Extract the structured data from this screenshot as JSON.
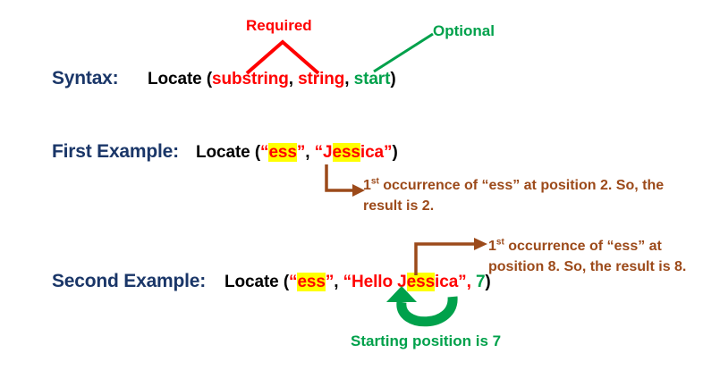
{
  "colors": {
    "navy": "#1A3668",
    "red": "#FF0000",
    "green": "#00A14B",
    "brown": "#9C4A1A",
    "highlight": "#FFFF00",
    "black": "#000000",
    "background": "#FFFFFF"
  },
  "callouts": {
    "required": "Required",
    "optional": "Optional"
  },
  "syntax": {
    "label": "Syntax:",
    "fn_name": "Locate (",
    "arg1": "substring",
    "sep1": ", ",
    "arg2": "string",
    "sep2": ", ",
    "arg3": "start",
    "close": ")"
  },
  "first_example": {
    "label": "First Example:",
    "fn_name": "Locate (",
    "quote_open": "“",
    "quote_close": "”",
    "arg1_hl": "ess",
    "sep": ", ",
    "arg2_pre": "J",
    "arg2_hl": "ess",
    "arg2_post": "ica",
    "close": ")",
    "note_ordinal": "1",
    "note_ordinal_sup": "st",
    "note_rest": " occurrence of “ess” at position 2. So, the result is 2."
  },
  "second_example": {
    "label": "Second Example:",
    "fn_name": "Locate (",
    "quote_open": "“",
    "quote_close": "”",
    "arg1_hl": "ess",
    "sep": ", ",
    "arg2_pre": "Hello J",
    "arg2_hl": "ess",
    "arg2_post": "ica",
    "sep2": ", ",
    "arg3": "7",
    "close": ")",
    "note_ordinal": "1",
    "note_ordinal_sup": "st",
    "note_rest": " occurrence of “ess” at position 8. So, the result is 8.",
    "start_note": "Starting position is 7"
  }
}
